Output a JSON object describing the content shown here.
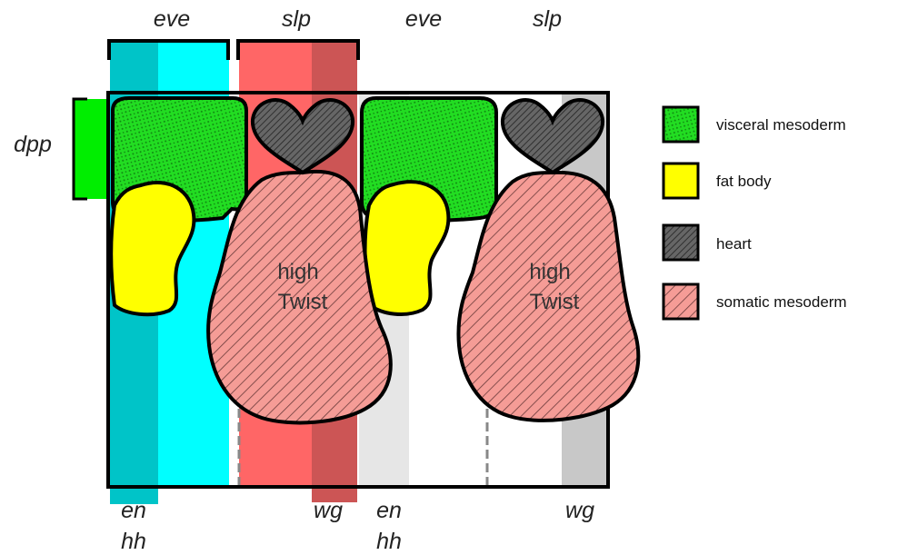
{
  "top_labels": [
    "eve",
    "slp",
    "eve",
    "slp"
  ],
  "side_label": "dpp",
  "bottom_labels": {
    "en_hh_1": [
      "en",
      "hh"
    ],
    "wg_1": "wg",
    "en_hh_2": [
      "en",
      "hh"
    ],
    "wg_2": "wg"
  },
  "tissue_labels": [
    [
      "high",
      "Twist"
    ],
    [
      "high",
      "Twist"
    ]
  ],
  "legend": [
    {
      "label": "visceral mesoderm",
      "color": "#22dd22",
      "pattern": "stipple"
    },
    {
      "label": "fat body",
      "color": "#ffff00",
      "pattern": "solid"
    },
    {
      "label": "heart",
      "color": "#555555",
      "pattern": "stipple"
    },
    {
      "label": "somatic mesoderm",
      "color": "#f59c96",
      "pattern": "hatch"
    }
  ],
  "colors": {
    "en_stripe": "#00c4c8",
    "eve_stripe": "#00ffff",
    "slp_stripe": "#ff6666",
    "wg_stripe": "#cc5555",
    "pale_stripe": "#e6e6e6",
    "wg2_stripe": "#c8c8c8",
    "dpp_bar": "#00ee00"
  }
}
